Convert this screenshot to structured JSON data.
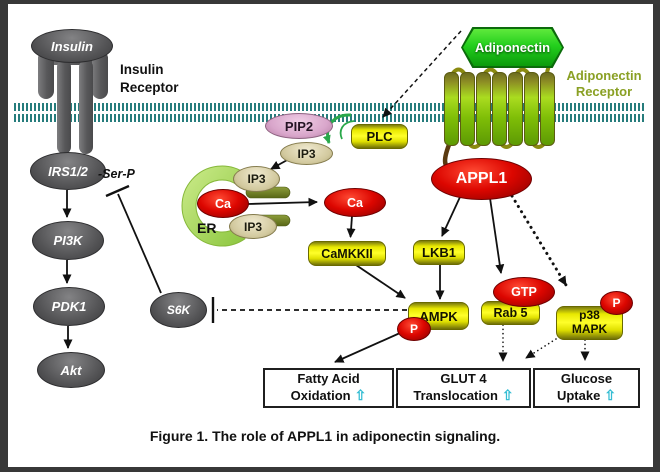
{
  "figure": {
    "caption": "Figure 1. The role of APPL1 in adiponectin signaling."
  },
  "glyphs": {
    "up_arrow": "⇧"
  },
  "labels": {
    "insulin_receptor": {
      "line1": "Insulin",
      "line2": "Receptor"
    },
    "adiponectin_receptor": {
      "line1": "Adiponectin",
      "line2": "Receptor"
    },
    "ser_p": "-Ser-P",
    "er": "ER"
  },
  "nodes": {
    "insulin": "Insulin",
    "irs12": "IRS1/2",
    "pi3k": "PI3K",
    "pdk1": "PDK1",
    "akt": "Akt",
    "s6k": "S6K",
    "pip2": "PIP2",
    "plc": "PLC",
    "ip3": "IP3",
    "ca": "Ca",
    "camkkii": "CaMKKII",
    "lkb1": "LKB1",
    "ampk": "AMPK",
    "p": "P",
    "adiponectin": "Adiponectin",
    "appl1": "APPL1",
    "gtp": "GTP",
    "rab5": "Rab 5",
    "p38": {
      "line1": "p38",
      "line2": "MAPK"
    }
  },
  "outcomes": [
    {
      "line1": "Fatty Acid",
      "line2": "Oxidation"
    },
    {
      "line1": "GLUT 4",
      "line2": "Translocation"
    },
    {
      "line1": "Glucose",
      "line2": "Uptake"
    }
  ],
  "colors": {
    "membrane_teal": "#267c7c",
    "node_yellow": "#ffee00",
    "node_red": "#d40000",
    "adiponectin_green": "#23cf1d",
    "receptor_label_green": "#8aa024",
    "up_arrow_cyan": "#35bdd3",
    "ip3_tan": "#d6cda4",
    "pip2_pink": "#dcacd0",
    "gray": "#4f4f51"
  }
}
